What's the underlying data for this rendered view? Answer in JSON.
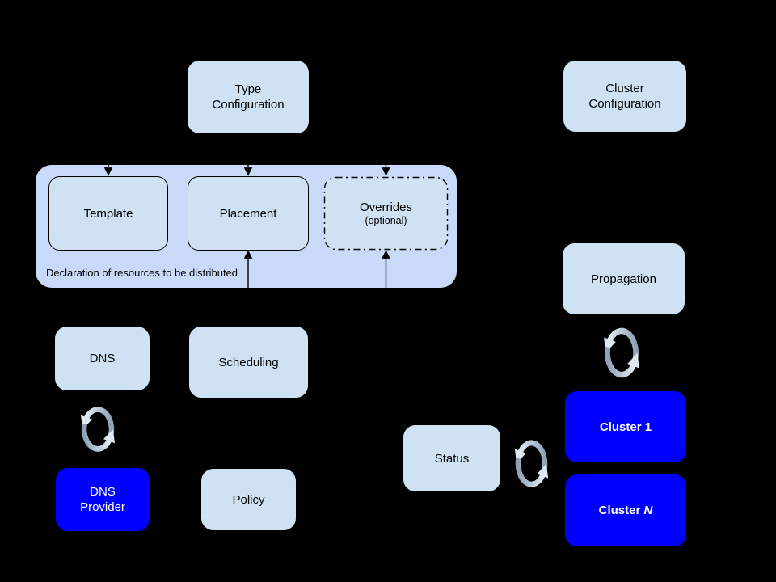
{
  "colors": {
    "background": "#000000",
    "box_fill": "#cfe2f3",
    "container_fill": "#c9daf8",
    "cluster_fill": "#0000ff",
    "box_text": "#000000",
    "cluster_text": "#ffffff",
    "connector": "#000000",
    "sync_dark": "#8fa1b5",
    "sync_light": "#e2ecf5",
    "sync_head": "#dfe9f3"
  },
  "nodes": {
    "type_configuration": {
      "label": "Type Configuration"
    },
    "cluster_configuration": {
      "label": "Cluster Configuration"
    },
    "template": {
      "label": "Template"
    },
    "placement": {
      "label": "Placement"
    },
    "overrides": {
      "label": "Overrides",
      "sublabel": "(optional)"
    },
    "dns": {
      "label": "DNS"
    },
    "scheduling": {
      "label": "Scheduling"
    },
    "dns_provider": {
      "label": "DNS Provider"
    },
    "policy": {
      "label": "Policy"
    },
    "propagation": {
      "label": "Propagation"
    },
    "status": {
      "label": "Status"
    },
    "cluster_1": {
      "label": "Cluster 1"
    },
    "cluster_n": {
      "label_prefix": "Cluster ",
      "label_suffix_italic": "N"
    }
  },
  "container": {
    "caption": "Declaration of resources to be distributed"
  },
  "icons": {
    "sync": {
      "name": "sync-icon",
      "unicode": "⟳",
      "count": 3
    }
  }
}
